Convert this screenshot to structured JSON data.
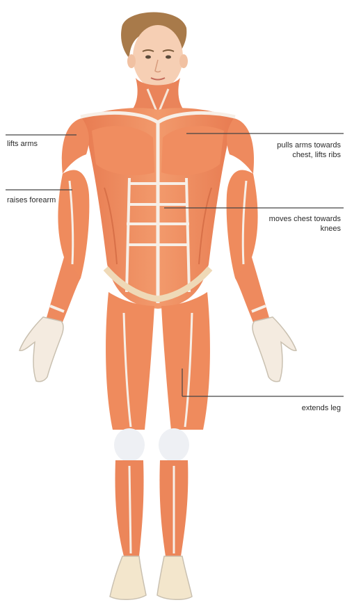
{
  "labels": {
    "lifts_arms": "lifts arms",
    "raises_forearm": "raises forearm",
    "pulls_arms_line1": "pulls arms towards",
    "pulls_arms_line2": "chest, lifts ribs",
    "moves_chest_line1": "moves chest towards",
    "moves_chest_line2": "knees",
    "extends_leg": "extends leg"
  },
  "colors": {
    "muscle": "#ee8a5e",
    "muscle_dark": "#d86f45",
    "tendon": "#f7efe7",
    "skin": "#f6cfb4",
    "hair": "#a87a4a",
    "leader_line": "#444444"
  }
}
